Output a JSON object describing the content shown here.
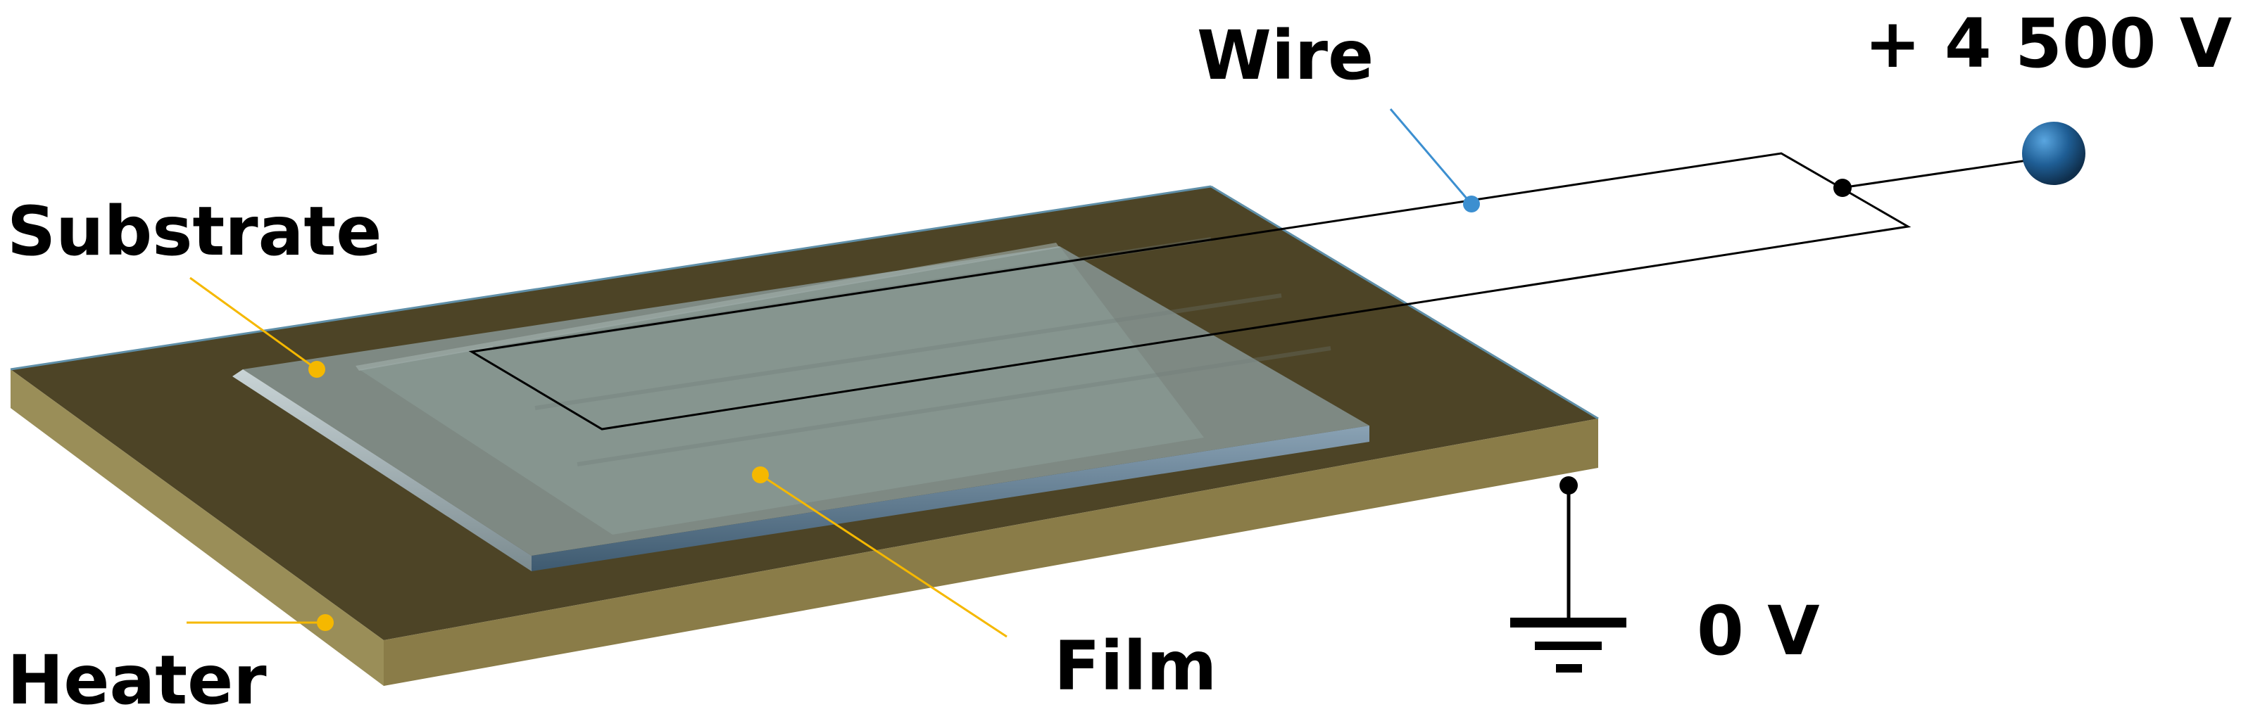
{
  "labels": {
    "wire": "Wire",
    "voltage_high": "+ 4 500 V",
    "substrate": "Substrate",
    "heater": "Heater",
    "film": "Film",
    "voltage_ground": "0 V"
  },
  "colors": {
    "heater_top": "#4d4426",
    "heater_side": "#9a8e58",
    "heater_front": "#8a7c48",
    "substrate": "#7e8983",
    "film": "#879690",
    "substrate_edge": "#4a6478",
    "leader_yellow": "#f5b800",
    "leader_blue": "#3c8fd0",
    "electrode": "#1f5e95",
    "wire": "#000000"
  }
}
